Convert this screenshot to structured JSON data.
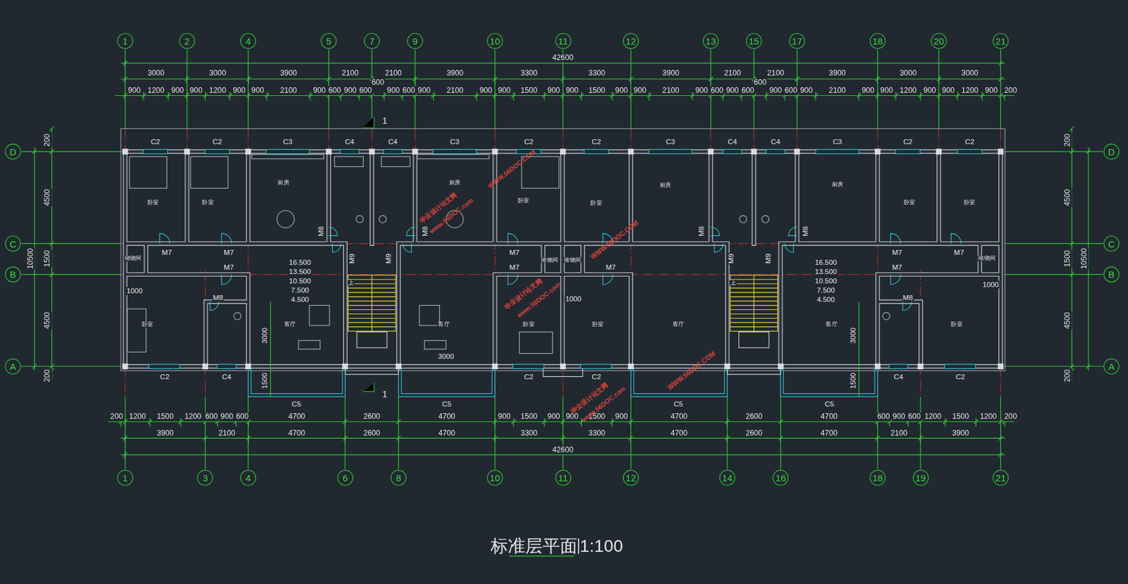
{
  "diagram": {
    "title": "标准层平面图",
    "nodes": [
      {
        "text": [
          "1"
        ]
      },
      {
        "text": [
          "2"
        ]
      },
      {
        "text": [
          "4"
        ]
      },
      {
        "text": [
          "5"
        ]
      },
      {
        "text": [
          "7"
        ]
      },
      {
        "text": [
          "9"
        ]
      },
      {
        "text": [
          "10"
        ]
      },
      {
        "text": [
          "11"
        ]
      },
      {
        "text": [
          "12"
        ]
      },
      {
        "text": [
          "13"
        ]
      },
      {
        "text": [
          "15"
        ]
      },
      {
        "text": [
          "17"
        ]
      },
      {
        "text": [
          "18"
        ]
      },
      {
        "text": [
          "20"
        ]
      },
      {
        "text": [
          "21"
        ]
      },
      {
        "text": [
          "D"
        ]
      },
      {
        "text": [
          "C"
        ]
      },
      {
        "text": [
          "B"
        ]
      },
      {
        "text": [
          "A"
        ]
      },
      {
        "text": [
          "D"
        ]
      },
      {
        "text": [
          "C"
        ]
      },
      {
        "text": [
          "B"
        ]
      },
      {
        "text": [
          "A"
        ]
      },
      {
        "text": [
          "1"
        ]
      },
      {
        "text": [
          "3"
        ]
      },
      {
        "text": [
          "4"
        ]
      },
      {
        "text": [
          "6"
        ]
      },
      {
        "text": [
          "8"
        ]
      },
      {
        "text": [
          "10"
        ]
      },
      {
        "text": [
          "11"
        ]
      },
      {
        "text": [
          "12"
        ]
      },
      {
        "text": [
          "14"
        ]
      },
      {
        "text": [
          "16"
        ]
      },
      {
        "text": [
          "18"
        ]
      },
      {
        "text": [
          "19"
        ]
      },
      {
        "text": [
          "21"
        ]
      }
    ],
    "labels": [
      "42600",
      "3000",
      "3000",
      "3900",
      "2100",
      "2100",
      "3900",
      "3300",
      "3300",
      "3900",
      "2100",
      "2100",
      "3900",
      "3000",
      "3000",
      "900",
      "1200",
      "900",
      "900",
      "1200",
      "900",
      "900",
      "2100",
      "900",
      "600",
      "900",
      "600",
      "600",
      "900",
      "600",
      "900",
      "2100",
      "900",
      "900",
      "1500",
      "900",
      "900",
      "1500",
      "900",
      "900",
      "2100",
      "900",
      "600",
      "900",
      "600",
      "600",
      "900",
      "600",
      "900",
      "2100",
      "900",
      "900",
      "1200",
      "900",
      "900",
      "1200",
      "900",
      "200",
      "200",
      "1200",
      "1500",
      "1200",
      "600",
      "900",
      "600",
      "4700",
      "2600",
      "4700",
      "900",
      "1500",
      "900",
      "900",
      "1500",
      "900",
      "4700",
      "2600",
      "4700",
      "600",
      "900",
      "600",
      "1200",
      "1500",
      "1200",
      "200",
      "3900",
      "2100",
      "4700",
      "2600",
      "4700",
      "3300",
      "3300",
      "4700",
      "2600",
      "4700",
      "2100",
      "3900",
      "42600",
      "200",
      "4500",
      "1500",
      "4500",
      "200",
      "10500",
      "200",
      "4500",
      "1500",
      "4500",
      "200",
      "10500",
      "C2",
      "C2",
      "C3",
      "C4",
      "C4",
      "C3",
      "C2",
      "C2",
      "C3",
      "C4",
      "C4",
      "C3",
      "C2",
      "C2",
      "C2",
      "C4",
      "C2",
      "C2",
      "C4",
      "C2",
      "C5",
      "C5",
      "C5",
      "C5",
      "M7",
      "M7",
      "M7",
      "M7",
      "M7",
      "M7",
      "M7",
      "M7",
      "M7",
      "M8",
      "M8",
      "M8",
      "M8",
      "M8",
      "M8",
      "M9",
      "M9",
      "M9",
      "M9",
      "卧室",
      "卧室",
      "厨房",
      "厨房",
      "卧室",
      "卧室",
      "厨房",
      "厨房",
      "卧室",
      "卧室",
      "储物间",
      "储物间",
      "储物间",
      "储物间",
      "卧室",
      "客厅",
      "客厅",
      "卧室",
      "卧室",
      "客厅",
      "客厅",
      "卧室",
      "16.500",
      "13.500",
      "10.500",
      "7.500",
      "4.500",
      "16.500",
      "13.500",
      "10.500",
      "7.500",
      "4.500",
      "1000",
      "1000",
      "1000",
      "3000",
      "3000",
      "3000",
      "1500",
      "1500",
      "1",
      "1",
      "上",
      "上",
      "毕业设计论文网",
      "www.56DOC.com",
      "WWW.56DOC.COM",
      "毕业设计论文网",
      "www.56DOC.com",
      "WWW.56DOC.COM",
      "毕业设计论文网",
      "www.56DOC.com",
      "WWW.56DOC.COM",
      "1:100"
    ]
  }
}
